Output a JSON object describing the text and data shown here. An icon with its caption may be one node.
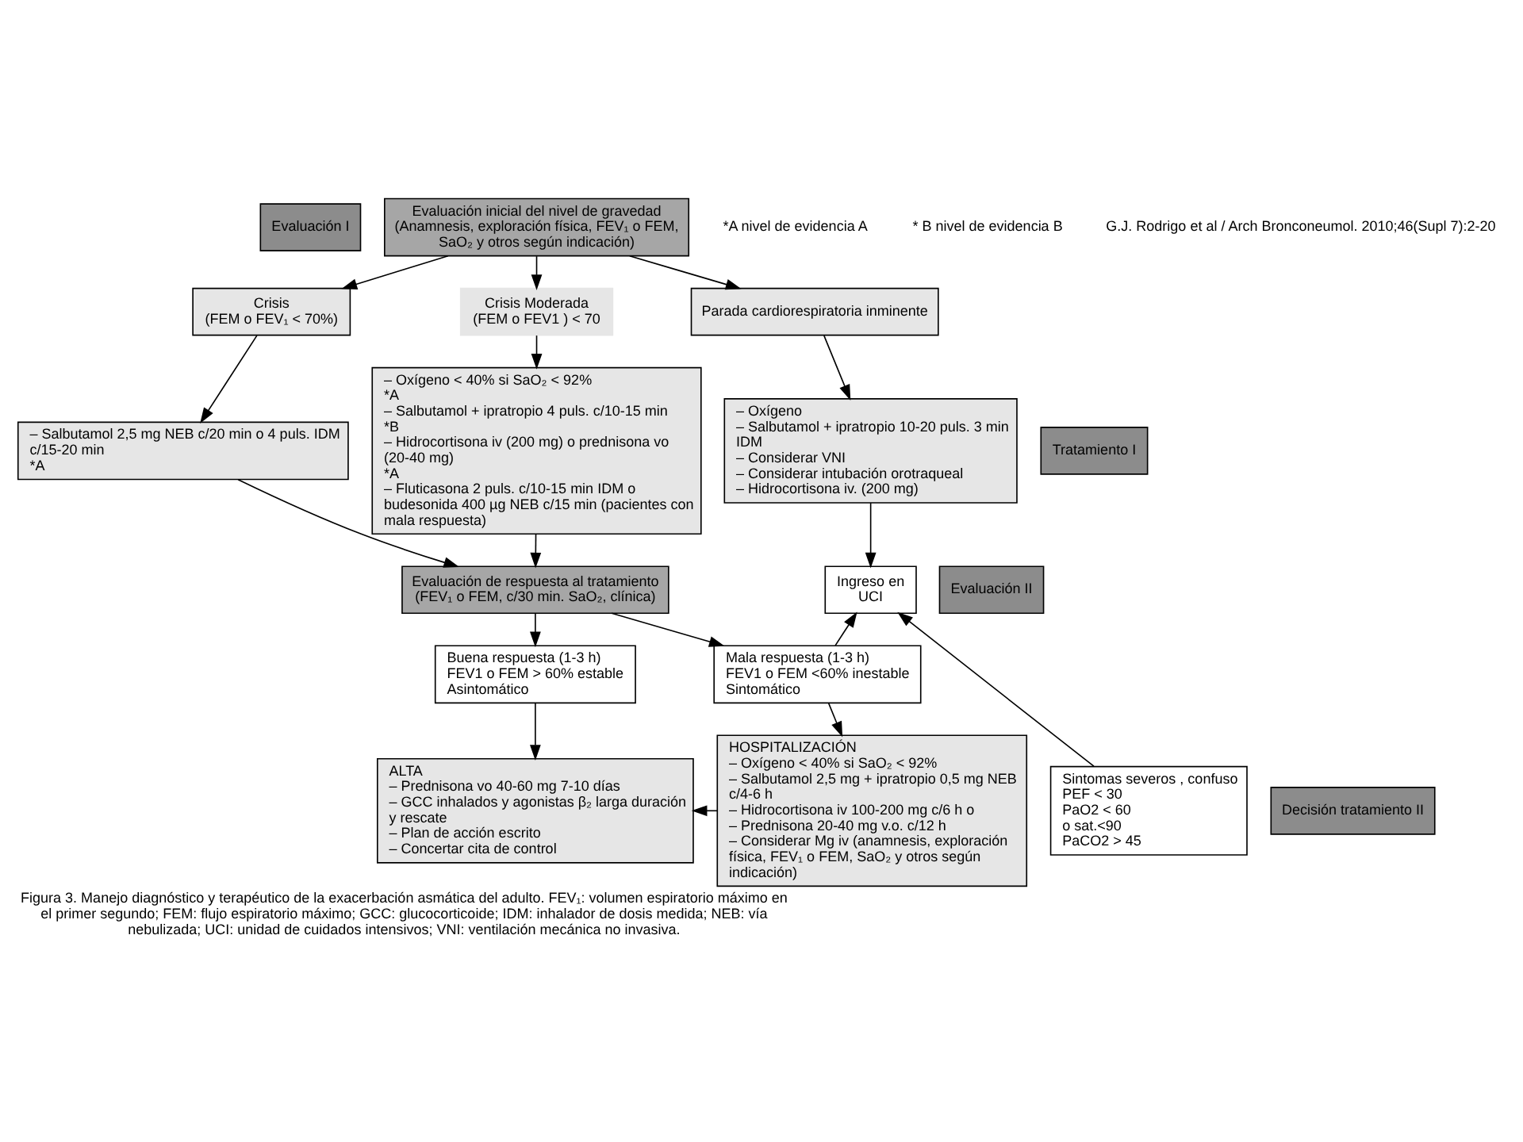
{
  "diagram": {
    "caption": "Figura 3. Manejo diagnóstico y terapéutico de la exacerbación asmática del adulto. FEV₁: volumen espiratorio máximo en el primer segundo; FEM: flujo espiratorio máximo; GCC: glucocorticoide; IDM: inhalador de dosis medida; NEB: vía nebulizada; UCI: unidad de cuidados intensivos; VNI: ventilación mecánica no invasiva.",
    "nodes": [
      {
        "text": [
          "Evaluación I"
        ]
      },
      {
        "text": [
          "Evaluación inicial del nivel de gravedad",
          "(Anamnesis, exploración física, FEV₁ o FEM, SaO₂ y otros según indicación)"
        ]
      },
      {
        "text": [
          "Crisis",
          "(FEM o FEV₁ < 70%)"
        ]
      },
      {
        "text": [
          "Crisis Moderada",
          "(FEM o FEV1 ) < 70"
        ]
      },
      {
        "text": [
          "Parada cardiorespiratoria inminente"
        ]
      },
      {
        "text": [
          "Tratamiento I"
        ]
      },
      {
        "text": [
          "– Salbutamol 2,5 mg NEB c/20 min o 4 puls. IDM c/15-20 min",
          "*A"
        ]
      },
      {
        "text": [
          "– Oxígeno < 40% si SaO₂ < 92%",
          "*A",
          "– Salbutamol + ipratropio 4 puls. c/10-15 min",
          "*B",
          "– Hidrocortisona iv (200 mg) o prednisona vo (20-40 mg)",
          "*A",
          "– Fluticasona 2 puls. c/10-15 min IDM o budesonida 400 µg NEB c/15 min (pacientes con mala respuesta)"
        ]
      },
      {
        "text": [
          "– Oxígeno",
          "– Salbutamol + ipratropio 10-20 puls. 3 min IDM",
          "– Considerar VNI",
          "– Considerar intubación orotraqueal",
          "– Hidrocortisona iv. (200 mg)"
        ]
      },
      {
        "text": [
          "Ingreso en",
          "UCI"
        ]
      },
      {
        "text": [
          "Evaluación II"
        ]
      },
      {
        "text": [
          "Evaluación de respuesta al tratamiento",
          "(FEV₁ o FEM, c/30 min. SaO₂, clínica)"
        ]
      },
      {
        "text": [
          "Buena respuesta (1-3 h)",
          "FEV1 o FEM > 60% estable",
          "Asintomático"
        ]
      },
      {
        "text": [
          "Mala respuesta (1-3 h)",
          "FEV1 o FEM <60% inestable",
          "Sintomático"
        ]
      },
      {
        "text": [
          "Decisión tratamiento II"
        ]
      },
      {
        "text": [
          "ALTA",
          "– Prednisona vo 40-60 mg 7-10 días",
          "– GCC inhalados y agonistas β₂ larga duración y rescate",
          "– Plan de acción escrito",
          "– Concertar cita de control"
        ]
      },
      {
        "text": [
          "HOSPITALIZACIÓN",
          "– Oxígeno < 40% si SaO₂ < 92%",
          "– Salbutamol 2,5 mg + ipratropio 0,5 mg NEB c/4-6 h",
          "– Hidrocortisona iv 100-200 mg c/6 h o",
          "– Prednisona 20-40 mg v.o. c/12 h",
          "– Considerar Mg iv (anamnesis, exploración física, FEV₁ o FEM, SaO₂ y otros según indicación)"
        ]
      },
      {
        "text": [
          "Sintomas severos , confuso",
          "PEF < 30",
          "PaO2 < 60",
          "o sat.<90",
          "PaCO2 > 45"
        ]
      }
    ],
    "edges": [
      {
        "from": 1,
        "to": 2,
        "arrow": "to"
      },
      {
        "from": 1,
        "to": 3,
        "arrow": "to"
      },
      {
        "from": 1,
        "to": 4,
        "arrow": "to"
      },
      {
        "from": 2,
        "to": 6,
        "arrow": "to"
      },
      {
        "from": 3,
        "to": 7,
        "arrow": "to"
      },
      {
        "from": 4,
        "to": 8,
        "arrow": "to"
      },
      {
        "from": 8,
        "to": 9,
        "arrow": "to"
      },
      {
        "from": 6,
        "to": 11,
        "arrow": "to"
      },
      {
        "from": 7,
        "to": 11,
        "arrow": "to"
      },
      {
        "from": 11,
        "to": 12,
        "arrow": "to"
      },
      {
        "from": 11,
        "to": 13,
        "arrow": "to"
      },
      {
        "from": 12,
        "to": 15,
        "arrow": "to"
      },
      {
        "from": 13,
        "to": 16,
        "arrow": "to"
      },
      {
        "from": 16,
        "to": 15,
        "arrow": "to"
      },
      {
        "from": 13,
        "to": 9,
        "arrow": "to"
      },
      {
        "from": 17,
        "to": 9,
        "arrow": "to"
      }
    ],
    "labels": [
      "*A nivel de evidencia A",
      "* B nivel de evidencia B",
      "G.J. Rodrigo et al / Arch Bronconeumol. 2010;46(Supl 7):2-20"
    ]
  }
}
